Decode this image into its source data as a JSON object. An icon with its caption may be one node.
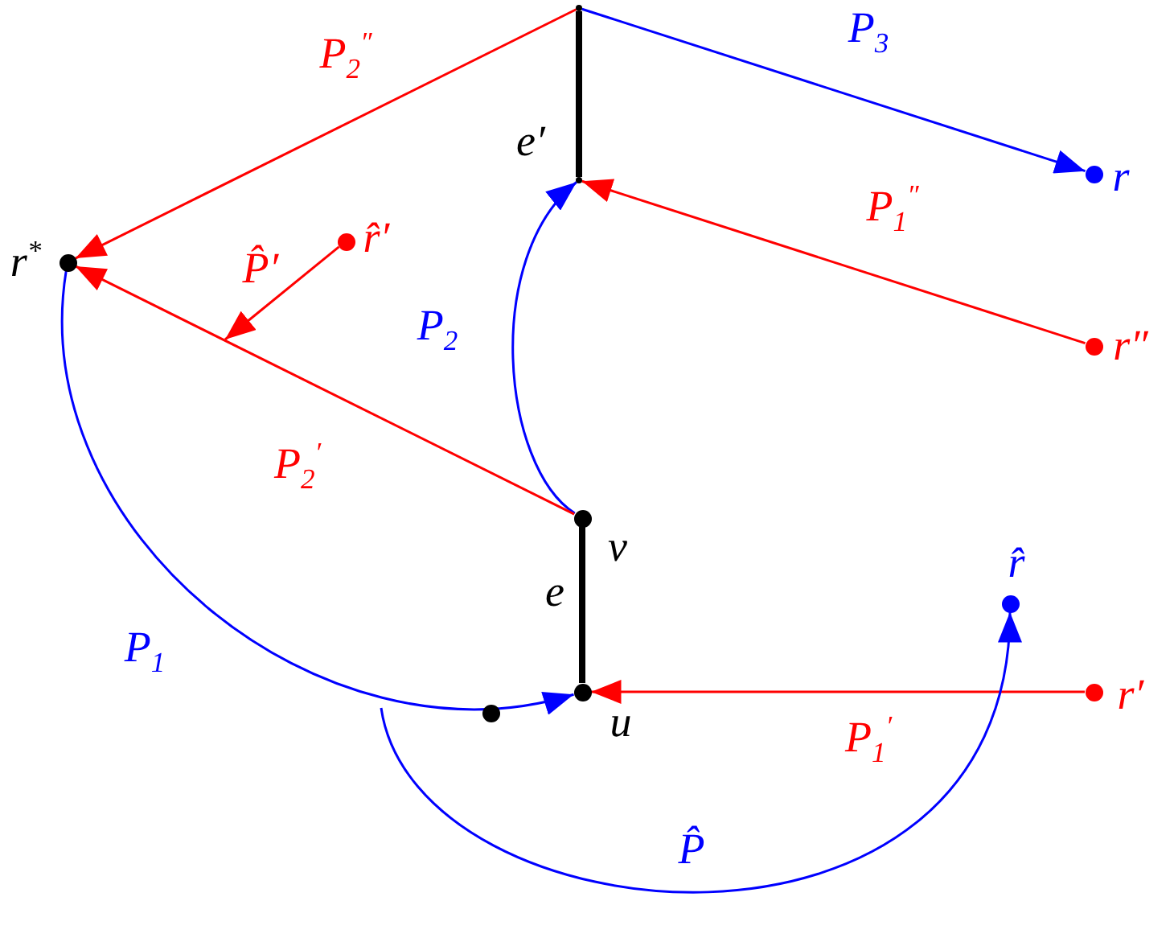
{
  "diagram": {
    "nodes": [
      {
        "text": [],
        "shape": "circle",
        "beside": [
          "r$^{*}$"
        ]
      },
      {
        "text": [],
        "shape": "circle",
        "beside": [
          "r̂′"
        ]
      },
      {
        "text": [],
        "shape": "circle",
        "beside": [
          "r"
        ]
      },
      {
        "text": [],
        "shape": "circle",
        "beside": [
          "r″"
        ]
      },
      {
        "text": [],
        "shape": "circle",
        "beside": [
          "v"
        ]
      },
      {
        "text": [],
        "shape": "circle",
        "beside": [
          "u"
        ]
      },
      {
        "text": [],
        "shape": "circle",
        "beside": [
          "r̂"
        ]
      },
      {
        "text": [],
        "shape": "circle",
        "beside": [
          "r′"
        ]
      },
      {
        "text": [],
        "shape": "circle"
      },
      {
        "text": [],
        "shape": "point"
      },
      {
        "text": [],
        "shape": "point"
      }
    ],
    "edges": [
      {
        "from": 9,
        "to": 0,
        "arrow": "to",
        "label": "P$_{2}$$^{″}$",
        "color": "#ff0000"
      },
      {
        "from": 9,
        "to": 2,
        "arrow": "to",
        "label": "P$_{3}$",
        "color": "#0000ff"
      },
      {
        "from": 9,
        "to": 10,
        "arrow": "none",
        "label": "e′",
        "style": "thick",
        "color": "#000000"
      },
      {
        "from": 3,
        "to": 10,
        "arrow": "to",
        "label": "P$_{1}$$^{″}$",
        "color": "#ff0000"
      },
      {
        "from": 4,
        "to": 10,
        "arrow": "to",
        "label": "P$_{2}$",
        "color": "#0000ff"
      },
      {
        "from": 4,
        "to": 0,
        "arrow": "to",
        "label": "P$_{2}$$^{′}$",
        "color": "#ff0000"
      },
      {
        "from": 1,
        "to": null,
        "arrow": "to",
        "label": "P̂′",
        "color": "#ff0000"
      },
      {
        "from": 4,
        "to": 5,
        "arrow": "none",
        "label": "e",
        "style": "thick",
        "color": "#000000"
      },
      {
        "from": 0,
        "to": 5,
        "arrow": "to",
        "label": "P$_{1}$",
        "color": "#0000ff"
      },
      {
        "from": 7,
        "to": 5,
        "arrow": "to",
        "label": "P$_{1}$$^{′}$",
        "color": "#ff0000"
      },
      {
        "from": null,
        "to": 6,
        "arrow": "to",
        "label": "P̂",
        "color": "#0000ff"
      }
    ]
  }
}
